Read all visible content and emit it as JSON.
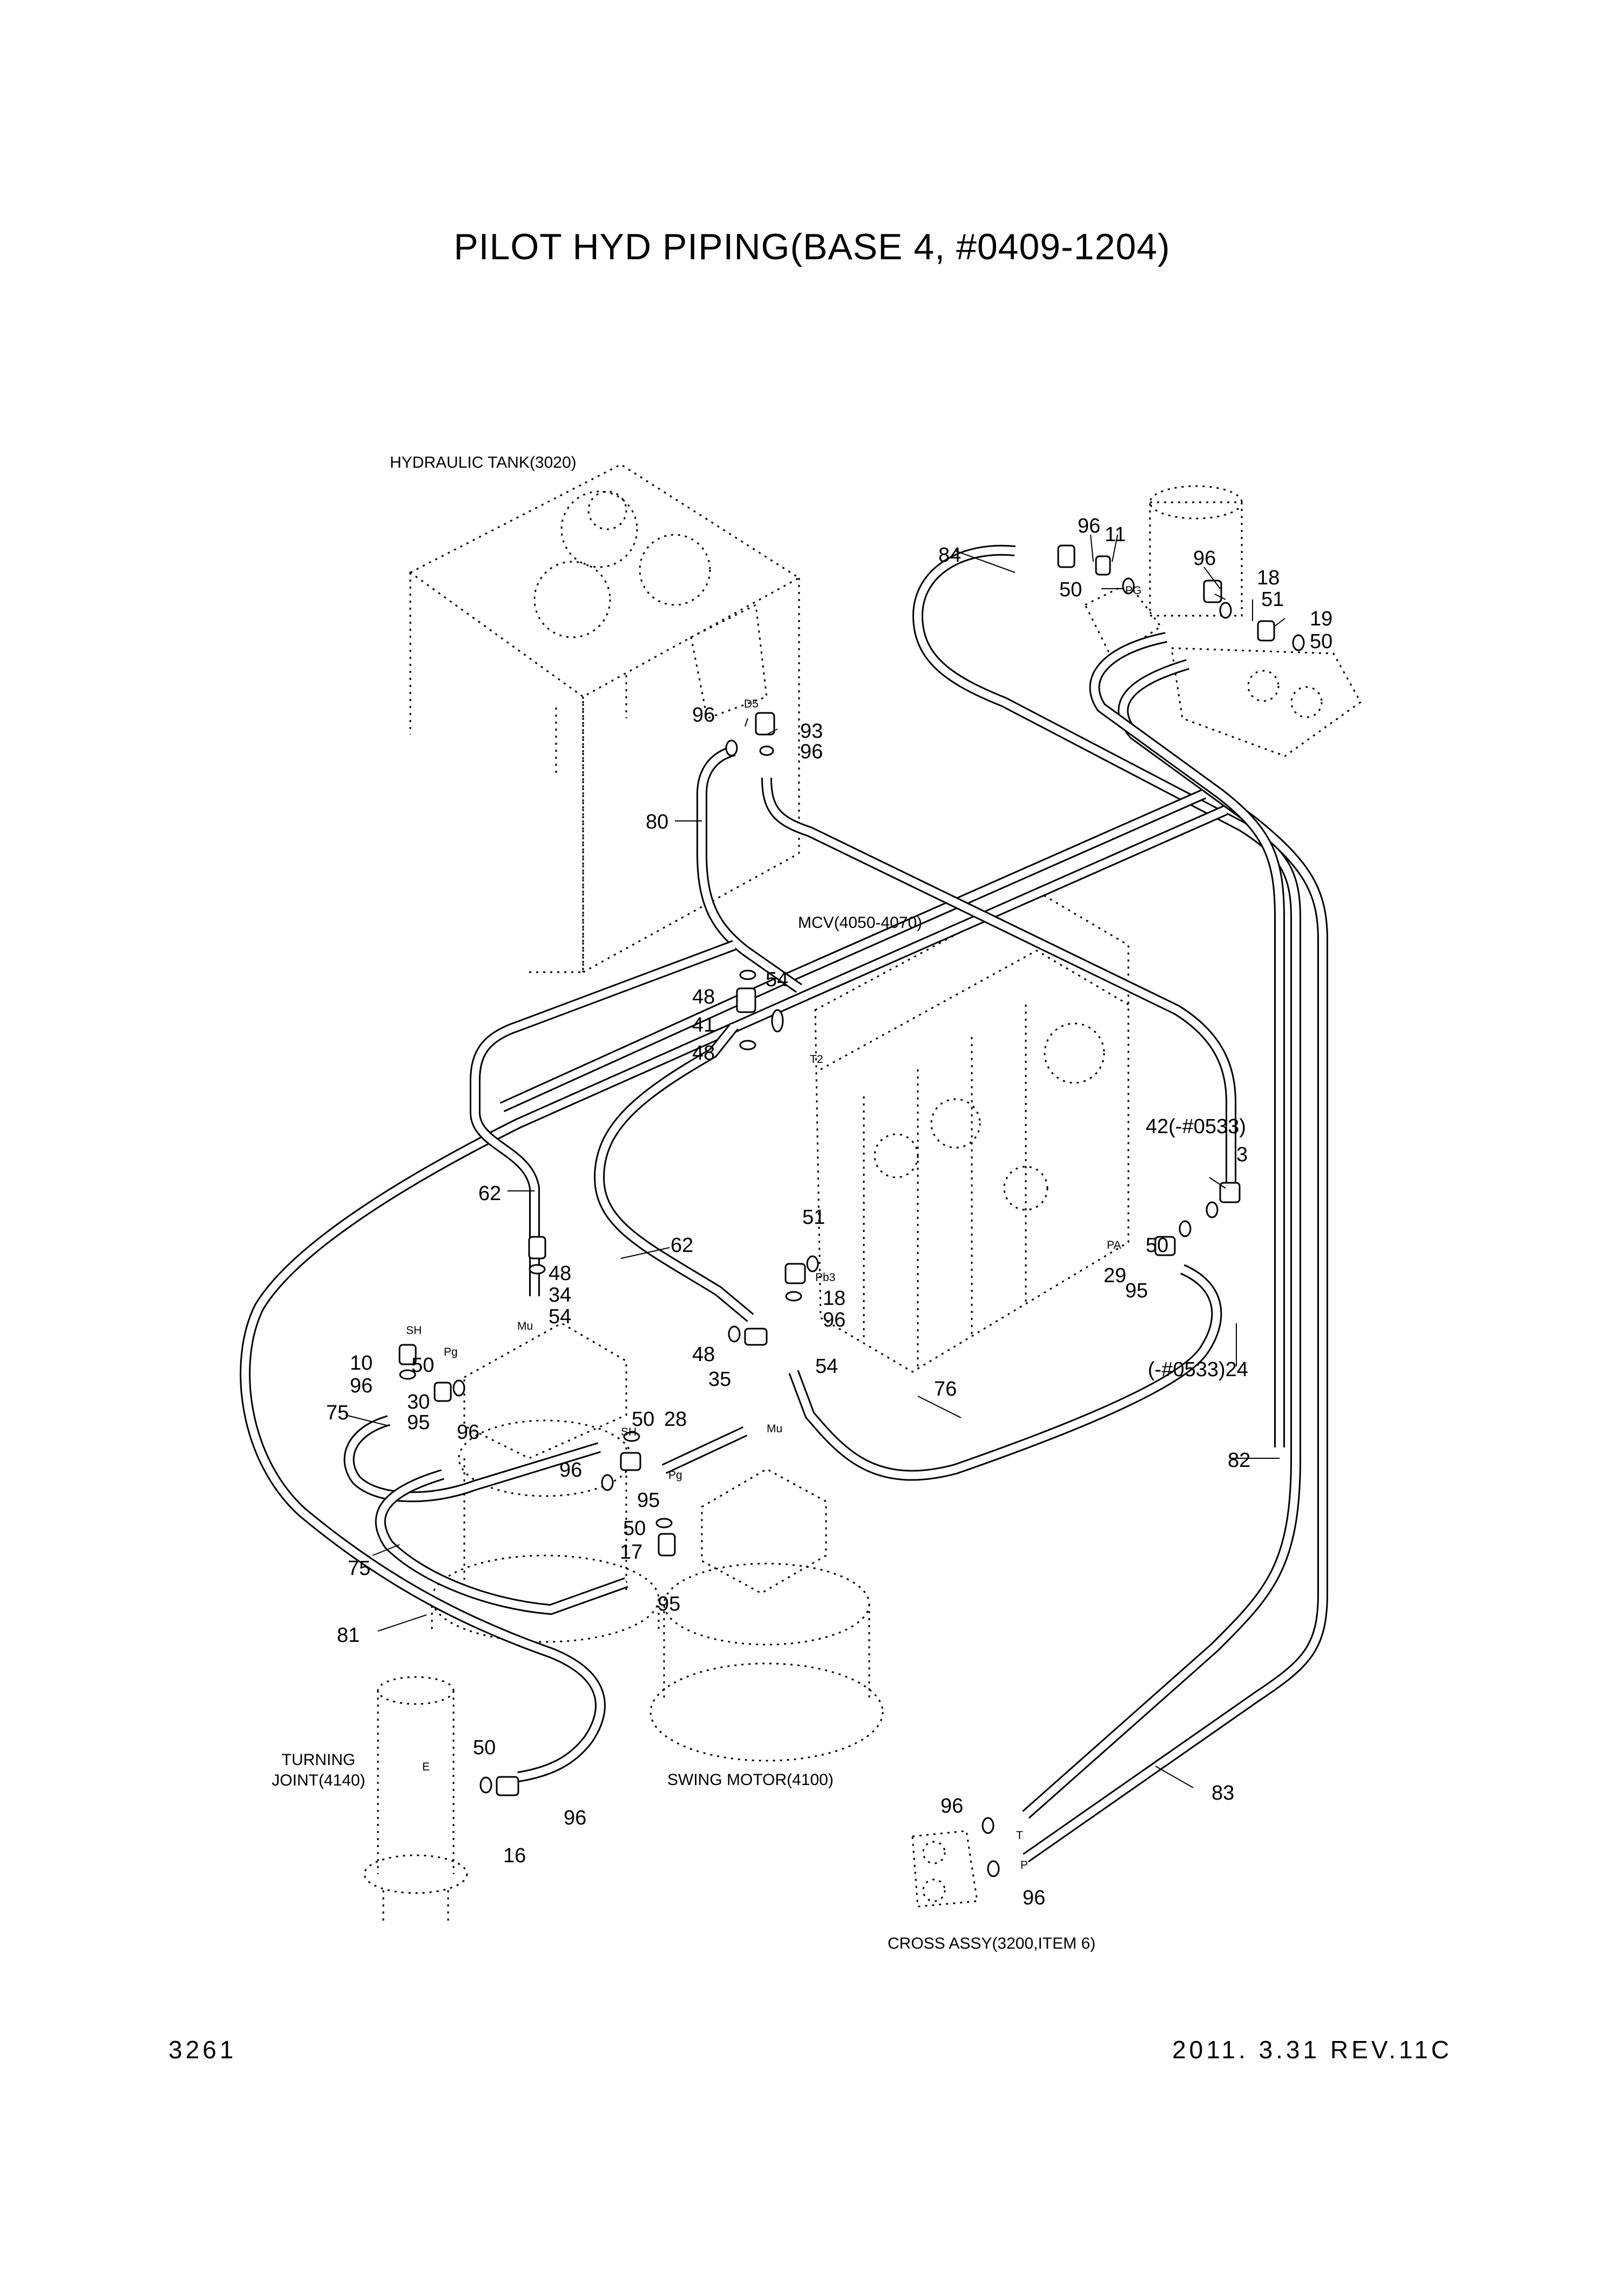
{
  "title": "PILOT HYD PIPING(BASE 4, #0409-1204)",
  "footer": {
    "page_number": "3261",
    "revision": "2011. 3.31 REV.11C"
  },
  "components": {
    "hydraulic_tank": "HYDRAULIC TANK(3020)",
    "mcv": "MCV(4050-4070)",
    "turning_joint_line1": "TURNING",
    "turning_joint_line2": "JOINT(4140)",
    "swing_motor": "SWING MOTOR(4100)",
    "cross_assy": "CROSS ASSY(3200,ITEM 6)"
  },
  "port_labels": {
    "d5": "D5",
    "pg_top": "PG",
    "t2": "T2",
    "pa": "PA",
    "pb3": "Pb3",
    "sh_left": "SH",
    "pg_left": "Pg",
    "mu_left": "Mu",
    "sh_mid": "SH",
    "pg_mid": "Pg",
    "mu_mid": "Mu",
    "e": "E",
    "t": "T",
    "p": "P"
  },
  "callouts": {
    "c96_a": "96",
    "c11": "11",
    "c84": "84",
    "c96_b": "96",
    "c18_a": "18",
    "c50_a": "50",
    "c51_a": "51",
    "c19": "19",
    "c50_b": "50",
    "c96_c": "96",
    "c93": "93",
    "c96_d": "96",
    "c80": "80",
    "c48_a": "48",
    "c54_a": "54",
    "c41": "41",
    "c48_b": "48",
    "c42": "42(-#0533)",
    "c3": "3",
    "c62_a": "62",
    "c62_b": "62",
    "c51_b": "51",
    "c50_c": "50",
    "c18_b": "18",
    "c96_e": "96",
    "c29": "29",
    "c95_a": "95",
    "c48_c": "48",
    "c34": "34",
    "c54_b": "54",
    "c48_d": "48",
    "c35": "35",
    "c54_c": "54",
    "c24": "(-#0533)24",
    "c10": "10",
    "c50_d": "50",
    "c96_f": "96",
    "c30": "30",
    "c75_a": "75",
    "c95_b": "95",
    "c96_g": "96",
    "c76": "76",
    "c50_e": "50",
    "c28": "28",
    "c96_h": "96",
    "c95_c": "95",
    "c82": "82",
    "c50_f": "50",
    "c17": "17",
    "c95_d": "95",
    "c75_b": "75",
    "c81": "81",
    "c50_g": "50",
    "c96_i": "96",
    "c16": "16",
    "c83": "83",
    "c96_j": "96",
    "c96_k": "96"
  }
}
